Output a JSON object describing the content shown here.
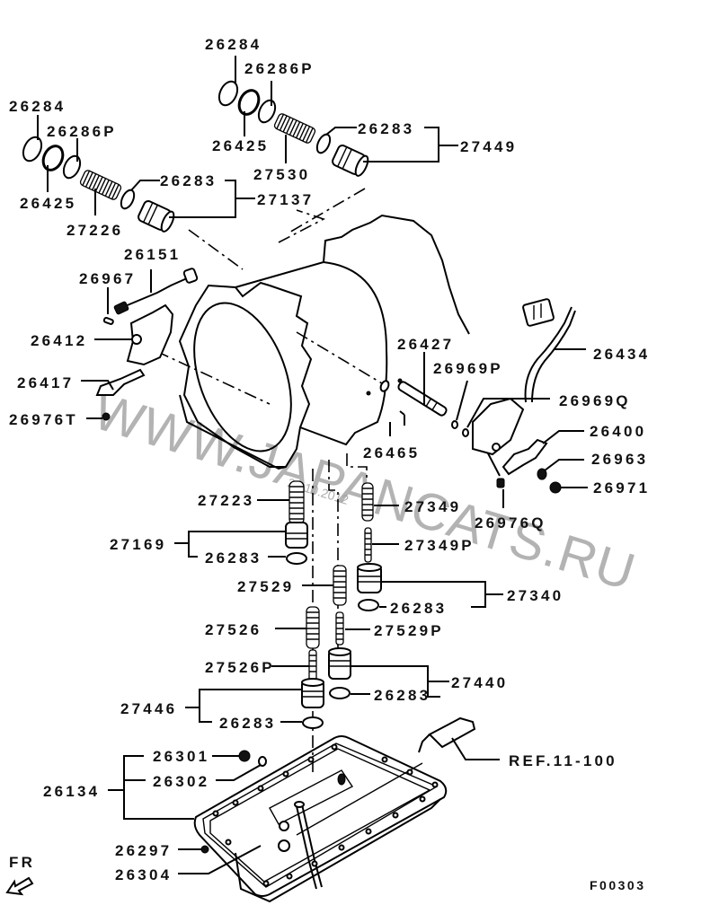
{
  "diagram": {
    "code": "F00303",
    "direction": "FR",
    "reference": "REF.11-100",
    "watermark": "WWW.JAPANCATS.RU",
    "watermark_date": "26.10.2012"
  },
  "parts": {
    "p26284_a": "26284",
    "p26286P_a": "26286P",
    "p26425_a": "26425",
    "p27530": "27530",
    "p26283_a": "26283",
    "p27449": "27449",
    "p26284_b": "26284",
    "p26286P_b": "26286P",
    "p26425_b": "26425",
    "p27226": "27226",
    "p26283_b": "26283",
    "p27137": "27137",
    "p26151": "26151",
    "p26967": "26967",
    "p26412": "26412",
    "p26417": "26417",
    "p26976T": "26976T",
    "p26427": "26427",
    "p26969P": "26969P",
    "p26434": "26434",
    "p26969Q": "26969Q",
    "p26400": "26400",
    "p26963": "26963",
    "p26971": "26971",
    "p26465": "26465",
    "p26976Q": "26976Q",
    "p27223": "27223",
    "p27349": "27349",
    "p27349P": "27349P",
    "p27169": "27169",
    "p26283_c": "26283",
    "p27529": "27529",
    "p27340": "27340",
    "p26283_d": "26283",
    "p27526": "27526",
    "p27529P": "27529P",
    "p27526P": "27526P",
    "p27440": "27440",
    "p26283_e": "26283",
    "p27446": "27446",
    "p26283_f": "26283",
    "p26301": "26301",
    "p26302": "26302",
    "p26134": "26134",
    "p26297": "26297",
    "p26304": "26304"
  }
}
